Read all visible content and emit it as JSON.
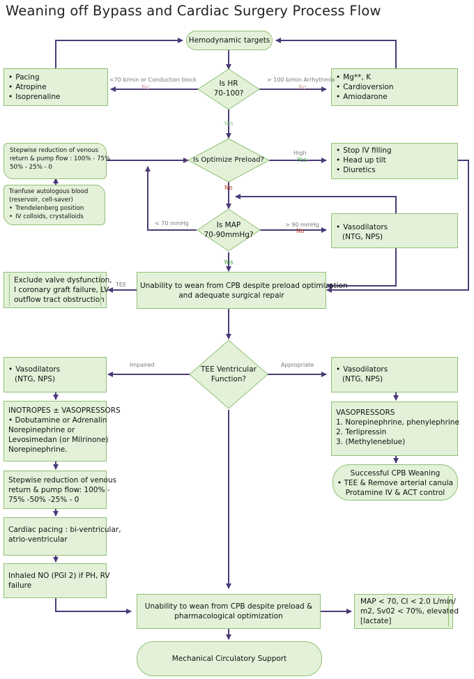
{
  "title": "Weaning off Bypass and Cardiac Surgery Process Flow",
  "colors": {
    "box_fill": "#e3f1d9",
    "box_border": "#8fbf74",
    "arrow": "#4b3a78",
    "yes": "#3aa33a",
    "no": "#c0392b"
  },
  "nodes": {
    "hemodynamic_targets": "Hemodynamic targets",
    "is_hr": [
      "Is HR",
      "70-100?"
    ],
    "left_hr_box": [
      "Pacing",
      "Atropine",
      "Isoprenaline"
    ],
    "right_hr_box": [
      "Mg**, K",
      "Cardioversion",
      "Amiodarone"
    ],
    "is_preload": "Is Optimize Preload?",
    "stepwise_venous": [
      "Stepwise reduction of venous",
      "return & pump flow : 100% - 75%",
      "50% - 25% - 0"
    ],
    "transfuse": [
      "Tranfuse autologous blood",
      "(reservoir, cell-saver)"
    ],
    "transfuse_bullets": [
      "Trendelenberg position",
      "IV colloids, crystalloids"
    ],
    "stop_iv": [
      "Stop IV filling",
      "Head up tilt",
      "Diuretics"
    ],
    "is_map": [
      "Is MAP",
      "70-90mmHg?"
    ],
    "vasodilators_map": [
      "Vasodilators",
      "(NTG, NPS)"
    ],
    "exclude_valve": [
      "Exclude valve dysfunction,",
      "I coronary graft failure, LV",
      "outflow tract obstruction"
    ],
    "unability_1": [
      "Unability to wean from CPB despite preload optimization",
      "and adequate surgical repair"
    ],
    "tee_function": [
      "TEE Ventricular",
      "Function?"
    ],
    "vasodilators_left": [
      "Vasodilators",
      "(NTG, NPS)"
    ],
    "vasodilators_right": [
      "Vasodilators",
      "(NTG, NPS)"
    ],
    "inotropes": [
      "INOTROPES ± VASOPRESSORS",
      "Dobutamine or Adrenalin",
      "Norepinephrine or",
      "Levosimedan (or Milrinone)",
      "Norepinephrine."
    ],
    "vasopressors": [
      "VASOPRESSORS",
      "1. Norepinephrine, phenylephrine",
      "2. Terlipressin",
      "3. (Methyleneblue)"
    ],
    "successful_cpb": [
      "Successful CPB Weaning",
      "TEE & Remove arterial canula",
      "Protamine IV & ACT control"
    ],
    "stepwise_2": [
      "Stepwise reduction of venous",
      "return & pump flow: 100% -",
      "75% -50% -25% - 0"
    ],
    "cardiac_pacing": [
      "Cardiac pacing : bi-ventricular,",
      "atrio-ventricular"
    ],
    "inhaled_no": [
      "Inhaled NO (PGI 2) if PH, RV",
      "failure"
    ],
    "unability_2": [
      "Unability to wean from CPB despite preload &",
      "pharmacological optimization"
    ],
    "map_criteria": [
      "MAP < 70, CI < 2.0 L/min/",
      "m2,  Sv02 < 70%, elevated",
      "[lactate]"
    ],
    "mechanical": "Mechanical Circulatory Support"
  },
  "edge_labels": {
    "hr_left": "<70 b/min or Conduction block",
    "hr_right": "> 100 b/min Arrhythmia",
    "no": "No",
    "yes": "Yes",
    "high": "High",
    "map_low": "< 70 mmHg",
    "map_high": "> 90 mmHg",
    "tee": "TEE",
    "impaired": "Impaired",
    "appropriate": "Appropriate"
  }
}
